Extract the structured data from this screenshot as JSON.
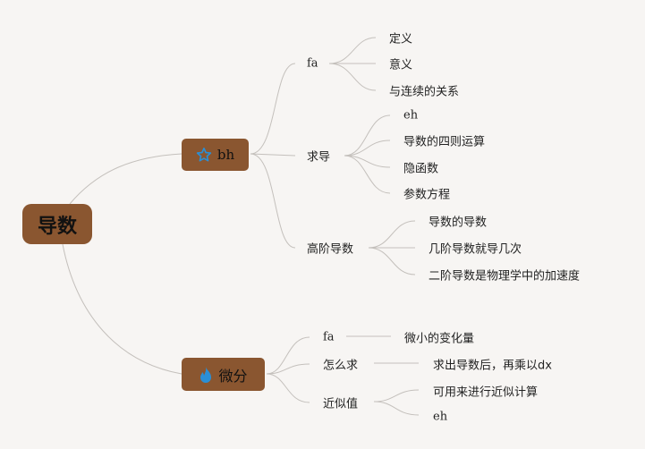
{
  "root": {
    "label": "导数"
  },
  "branches": [
    {
      "label": "bh",
      "icon": "star-icon",
      "children": [
        {
          "label": "fa",
          "children": [
            "定义",
            "意义",
            "与连续的关系"
          ]
        },
        {
          "label": "求导",
          "children": [
            "eh",
            "导数的四则运算",
            "隐函数",
            "参数方程"
          ]
        },
        {
          "label": "高阶导数",
          "children": [
            "导数的导数",
            "几阶导数就导几次",
            "二阶导数是物理学中的加速度"
          ]
        }
      ]
    },
    {
      "label": "微分",
      "icon": "fire-icon",
      "children": [
        {
          "label": "fa",
          "children": [
            "微小的变化量"
          ]
        },
        {
          "label": "怎么求",
          "children": [
            "求出导数后，再乘以dx"
          ]
        },
        {
          "label": "近似值",
          "children": [
            "可用来进行近似计算",
            "eh"
          ]
        }
      ]
    }
  ],
  "colors": {
    "node": "#8a5630",
    "icon": "#2a8fd6",
    "line": "#c4c0bc"
  }
}
